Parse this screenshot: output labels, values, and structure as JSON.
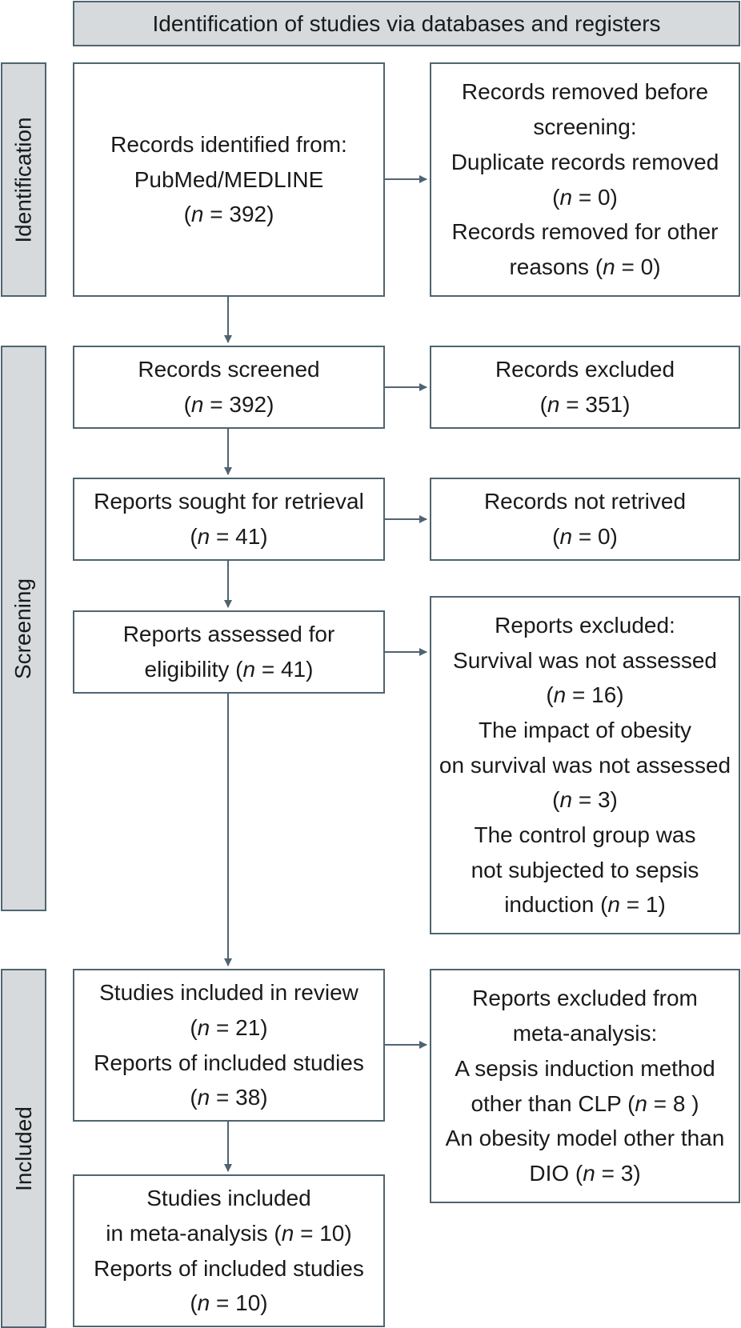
{
  "header": "Identification of studies via databases and registers",
  "phases": {
    "identification": "Identification",
    "screening": "Screening",
    "included": "Included"
  },
  "boxes": {
    "records_identified": [
      "Records identified from:",
      "PubMed/MEDLINE",
      "(n = 392)"
    ],
    "records_removed": [
      "Records removed before",
      "screening:",
      "Duplicate records removed",
      "(n = 0)",
      "Records removed for other",
      "reasons (n = 0)"
    ],
    "records_screened": [
      "Records screened",
      "(n = 392)"
    ],
    "records_excluded": [
      "Records excluded",
      "(n = 351)"
    ],
    "reports_sought": [
      "Reports sought for retrieval",
      "(n = 41)"
    ],
    "records_not_retrieved": [
      "Records not retrived",
      "(n = 0)"
    ],
    "reports_assessed": [
      "Reports assessed for",
      "eligibility (n = 41)"
    ],
    "reports_excluded": [
      "Reports excluded:",
      "Survival was not assessed",
      "(n = 16)",
      "The impact of obesity",
      "on survival was not assessed",
      "(n = 3)",
      "The control group was",
      "not subjected to sepsis",
      "induction (n = 1)"
    ],
    "studies_review": [
      "Studies included in review",
      "(n = 21)",
      "Reports of included studies",
      "(n = 38)"
    ],
    "excluded_meta": [
      "Reports excluded from",
      "meta-analysis:",
      "A sepsis induction method",
      "other than CLP (n = 8 )",
      "An obesity model other than",
      "DIO (n = 3)"
    ],
    "studies_meta": [
      "Studies included",
      "in meta-analysis (n = 10)",
      "Reports of included studies",
      "(n = 10)"
    ]
  },
  "colors": {
    "border": "#4f6470",
    "label_fill": "#d6dadd",
    "arrow": "#4f6470"
  }
}
